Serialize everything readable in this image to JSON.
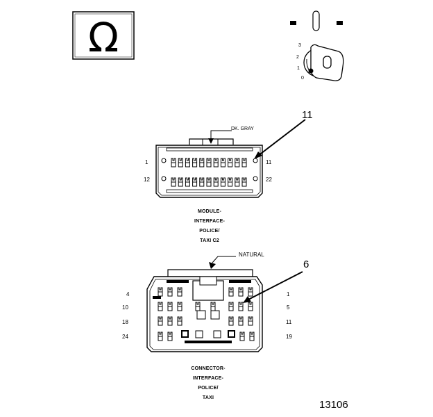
{
  "figure_number": "13106",
  "ohm_symbol": "Ω",
  "ignition_key": {
    "positions": [
      "3",
      "2",
      "1",
      "0"
    ],
    "icon": "ignition-key-icon"
  },
  "module_connector": {
    "callout": "11",
    "wire_color": "DK. GRAY",
    "pins_left_top": "1",
    "pins_left_bottom": "12",
    "pins_right_top": "11",
    "pins_right_bottom": "22",
    "caption": [
      "MODULE-",
      "INTERFACE-",
      "POLICE/",
      "TAXI C2"
    ]
  },
  "interface_connector": {
    "callout": "6",
    "wire_color": "NATURAL",
    "pins_left": [
      "4",
      "10",
      "18",
      "24"
    ],
    "pins_right": [
      "1",
      "5",
      "11",
      "19"
    ],
    "caption": [
      "CONNECTOR-",
      "INTERFACE-",
      "POLICE/",
      "TAXI"
    ]
  },
  "colors": {
    "ink": "#000000",
    "paper": "#ffffff"
  }
}
